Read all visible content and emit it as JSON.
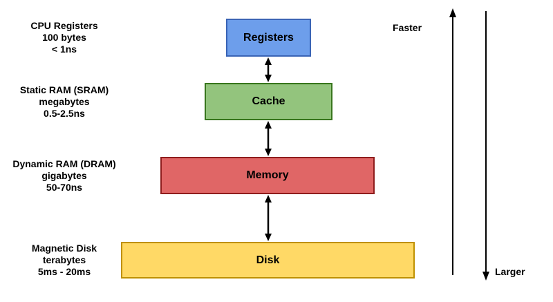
{
  "diagram": {
    "name": "memory-hierarchy",
    "arrow_color": "#000000",
    "background": "#ffffff"
  },
  "levels": [
    {
      "id": "registers",
      "box_label": "Registers",
      "description_lines": [
        "CPU Registers",
        "100 bytes",
        "< 1ns"
      ],
      "fill": "#6d9eeb",
      "border": "#3a64b5"
    },
    {
      "id": "cache",
      "box_label": "Cache",
      "description_lines": [
        "Static RAM (SRAM)",
        "megabytes",
        "0.5-2.5ns"
      ],
      "fill": "#93c47d",
      "border": "#38761d"
    },
    {
      "id": "memory",
      "box_label": "Memory",
      "description_lines": [
        "Dynamic RAM (DRAM)",
        "gigabytes",
        "50-70ns"
      ],
      "fill": "#e06666",
      "border": "#8f1d1d"
    },
    {
      "id": "disk",
      "box_label": "Disk",
      "description_lines": [
        "Magnetic Disk",
        "terabytes",
        "5ms - 20ms"
      ],
      "fill": "#ffd966",
      "border": "#bf9000"
    }
  ],
  "axis": {
    "faster_label": "Faster",
    "larger_label": "Larger"
  }
}
